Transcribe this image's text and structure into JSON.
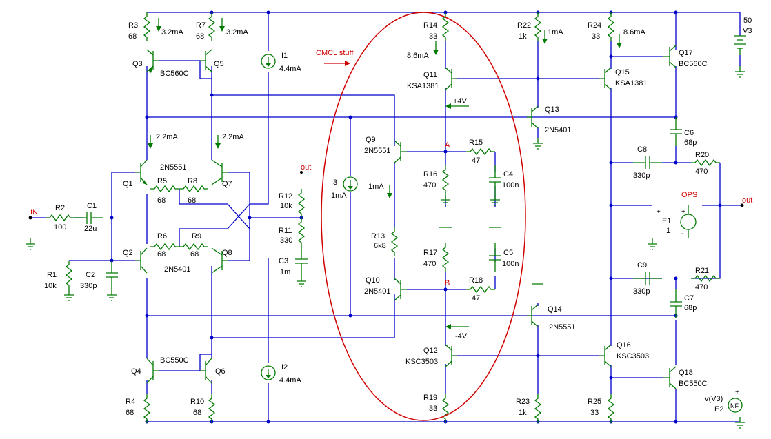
{
  "annotation": "CMCL stuff",
  "ops": "OPS",
  "nodes": {
    "in": "IN",
    "out1": "out",
    "out2": "out",
    "a": "A",
    "b": "B",
    "pv": "+4V",
    "nv": "-4V"
  },
  "sources": {
    "i1": {
      "name": "I1",
      "value": "4.4mA"
    },
    "i2": {
      "name": "I2",
      "value": "4.4mA"
    },
    "i3": {
      "name": "I3",
      "value": "1mA"
    },
    "v3": {
      "name": "V3",
      "value": "50"
    },
    "e1": {
      "name": "E1",
      "value": "1"
    },
    "e2": {
      "name": "E2",
      "value": "v(V3)",
      "sym": "NF"
    }
  },
  "currents": {
    "q3": "3.2mA",
    "q5": "3.2mA",
    "q1": "2.2mA",
    "q7": "2.2mA",
    "q11": "8.6mA",
    "q13": "1mA",
    "q15": "8.6mA",
    "q9": "1mA"
  },
  "resistors": {
    "r1": {
      "name": "R1",
      "value": "10k"
    },
    "r2": {
      "name": "R2",
      "value": "100"
    },
    "r3": {
      "name": "R3",
      "value": "68"
    },
    "r4": {
      "name": "R4",
      "value": "68"
    },
    "r5": {
      "name": "R5",
      "value": "68"
    },
    "r6": {
      "name": "R6",
      "value": "68"
    },
    "r7": {
      "name": "R7",
      "value": "68"
    },
    "r8": {
      "name": "R8",
      "value": "68"
    },
    "r9": {
      "name": "R9",
      "value": "68"
    },
    "r10": {
      "name": "R10",
      "value": "68"
    },
    "r11": {
      "name": "R11",
      "value": "330"
    },
    "r12": {
      "name": "R12",
      "value": "10k"
    },
    "r13": {
      "name": "R13",
      "value": "6k8"
    },
    "r14": {
      "name": "R14",
      "value": "33"
    },
    "r15": {
      "name": "R15",
      "value": "47"
    },
    "r16": {
      "name": "R16",
      "value": "470"
    },
    "r17": {
      "name": "R17",
      "value": "470"
    },
    "r18": {
      "name": "R18",
      "value": "47"
    },
    "r19": {
      "name": "R19",
      "value": "33"
    },
    "r20": {
      "name": "R20",
      "value": "470"
    },
    "r21": {
      "name": "R21",
      "value": "470"
    },
    "r22": {
      "name": "R22",
      "value": "1k"
    },
    "r23": {
      "name": "R23",
      "value": "1k"
    },
    "r24": {
      "name": "R24",
      "value": "33"
    },
    "r25": {
      "name": "R25",
      "value": "33"
    }
  },
  "capacitors": {
    "c1": {
      "name": "C1",
      "value": "22u"
    },
    "c2": {
      "name": "C2",
      "value": "330p"
    },
    "c3": {
      "name": "C3",
      "value": "1m"
    },
    "c4": {
      "name": "C4",
      "value": "100n"
    },
    "c5": {
      "name": "C5",
      "value": "100n"
    },
    "c6": {
      "name": "C6",
      "value": "68p"
    },
    "c7": {
      "name": "C7",
      "value": "68p"
    },
    "c8": {
      "name": "C8",
      "value": "330p"
    },
    "c9": {
      "name": "C9",
      "value": "330p"
    }
  },
  "transistors": {
    "q1": "Q1",
    "q2": "Q2",
    "q3": "Q3",
    "q4": "Q4",
    "q5": "Q5",
    "q6": "Q6",
    "q7": "Q7",
    "q8": "Q8",
    "q9": "Q9",
    "q10": "Q10",
    "q11": "Q11",
    "q12": "Q12",
    "q13": "Q13",
    "q14": "Q14",
    "q15": "Q15",
    "q16": "Q16",
    "q17": "Q17",
    "q18": "Q18"
  },
  "models": {
    "bc560c_a": "BC560C",
    "bc560c_b": "BC560C",
    "n5551_a": "2N5551",
    "n5401_a": "2N5401",
    "bc550c_a": "BC550C",
    "n5551_b": "2N5551",
    "n5401_b": "2N5401",
    "ksa_a": "KSA1381",
    "ksa_b": "KSA1381",
    "n5401_c": "2N5401",
    "n5551_c": "2N5551",
    "ksc_a": "KSC3503",
    "ksc_b": "KSC3503",
    "bc550c_b": "BC550C"
  }
}
